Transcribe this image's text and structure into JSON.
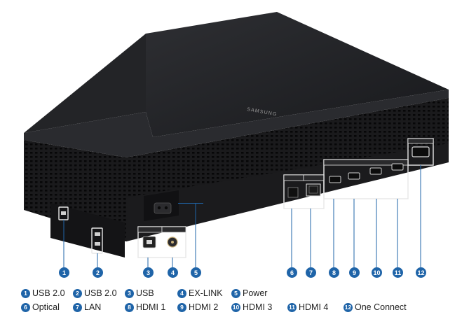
{
  "brand": "SAMSUNG",
  "colors": {
    "accent": "#1f64a8",
    "device": "#1b1b1d",
    "outline": "#e6e6e6"
  },
  "ports": [
    {
      "num": "1",
      "label": "USB 2.0"
    },
    {
      "num": "2",
      "label": "USB 2.0"
    },
    {
      "num": "3",
      "label": "USB"
    },
    {
      "num": "4",
      "label": "EX-LINK"
    },
    {
      "num": "5",
      "label": "Power"
    },
    {
      "num": "6",
      "label": "Optical"
    },
    {
      "num": "7",
      "label": "LAN"
    },
    {
      "num": "8",
      "label": "HDMI 1"
    },
    {
      "num": "9",
      "label": "HDMI 2"
    },
    {
      "num": "10",
      "label": "HDMI 3"
    },
    {
      "num": "11",
      "label": "HDMI 4"
    },
    {
      "num": "12",
      "label": "One Connect"
    }
  ]
}
